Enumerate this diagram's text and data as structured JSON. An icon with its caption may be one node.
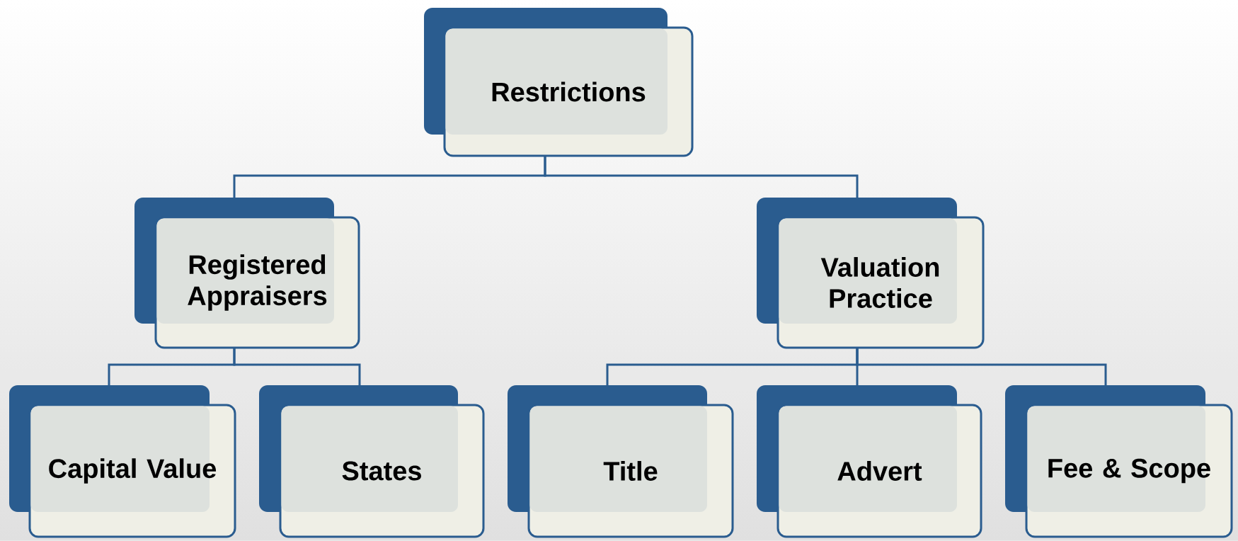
{
  "diagram": {
    "nodes": [
      {
        "text": [
          "Restrictions"
        ]
      },
      {
        "text": [
          "Registered Appraisers"
        ]
      },
      {
        "text": [
          "Valuation Practice"
        ]
      },
      {
        "text": [
          "Capital Value"
        ]
      },
      {
        "text": [
          "States"
        ]
      },
      {
        "text": [
          "Title"
        ]
      },
      {
        "text": [
          "Advert"
        ]
      },
      {
        "text": [
          "Fee & Scope"
        ]
      }
    ],
    "edges": [
      {
        "from": 0,
        "to": 1,
        "arrow": "none"
      },
      {
        "from": 0,
        "to": 2,
        "arrow": "none"
      },
      {
        "from": 1,
        "to": 3,
        "arrow": "none"
      },
      {
        "from": 1,
        "to": 4,
        "arrow": "none"
      },
      {
        "from": 2,
        "to": 5,
        "arrow": "none"
      },
      {
        "from": 2,
        "to": 6,
        "arrow": "none"
      },
      {
        "from": 2,
        "to": 7,
        "arrow": "none"
      }
    ]
  }
}
